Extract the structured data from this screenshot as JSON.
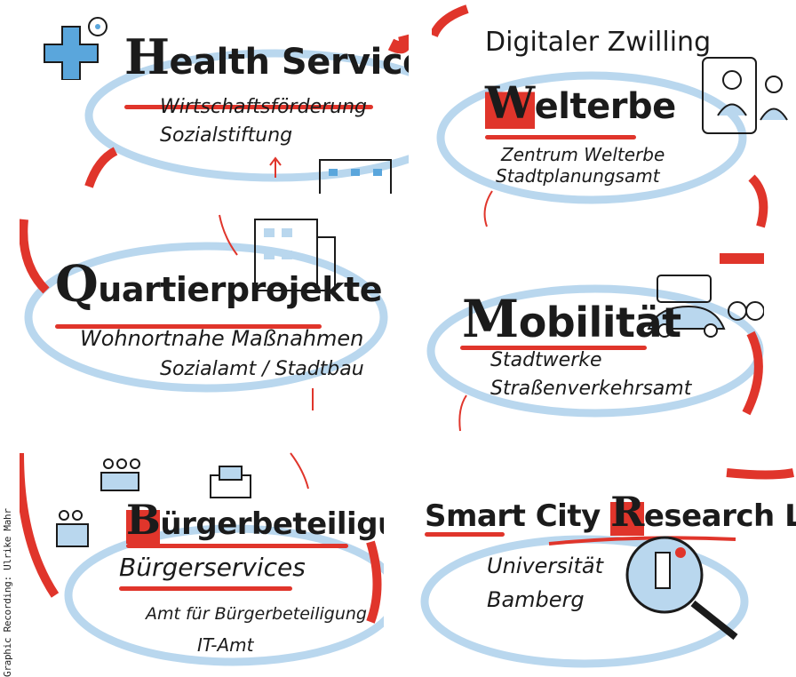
{
  "colors": {
    "accent_red": "#e0352b",
    "swirl_blue": "#b9d7ee",
    "ink": "#1b1b1b",
    "icon_blue": "#5aa6dc"
  },
  "panels": {
    "health": {
      "title_initial": "H",
      "title_rest": "ealth Services",
      "lines": [
        "Wirtschaftsförderung",
        "Sozialstiftung"
      ]
    },
    "welterbe": {
      "header": "Digitaler Zwilling",
      "title_initial": "W",
      "title_rest": "elterbe",
      "lines": [
        "Zentrum Welterbe",
        "Stadtplanungsamt"
      ]
    },
    "quartier": {
      "title_initial": "Q",
      "title_rest": "uartierprojekte",
      "subtitle": "Wohnortnahe Maßnahmen",
      "lines": [
        "Sozialamt / Stadtbau"
      ]
    },
    "mobilitaet": {
      "title_initial": "M",
      "title_rest": "obilität",
      "lines": [
        "Stadtwerke",
        "Straßenverkehrsamt"
      ]
    },
    "buerger": {
      "title_initial": "B",
      "title_rest": "ürgerbeteiligung",
      "subtitle": "Bürgerservices",
      "lines": [
        "Amt für Bürgerbeteiligung",
        "IT-Amt"
      ]
    },
    "lab": {
      "title_part1": "Smart City ",
      "title_initial": "R",
      "title_rest": "esearch Lab",
      "lines": [
        "Universität",
        "Bamberg"
      ]
    }
  },
  "credit": "Graphic Recording: Ulrike Mahr"
}
